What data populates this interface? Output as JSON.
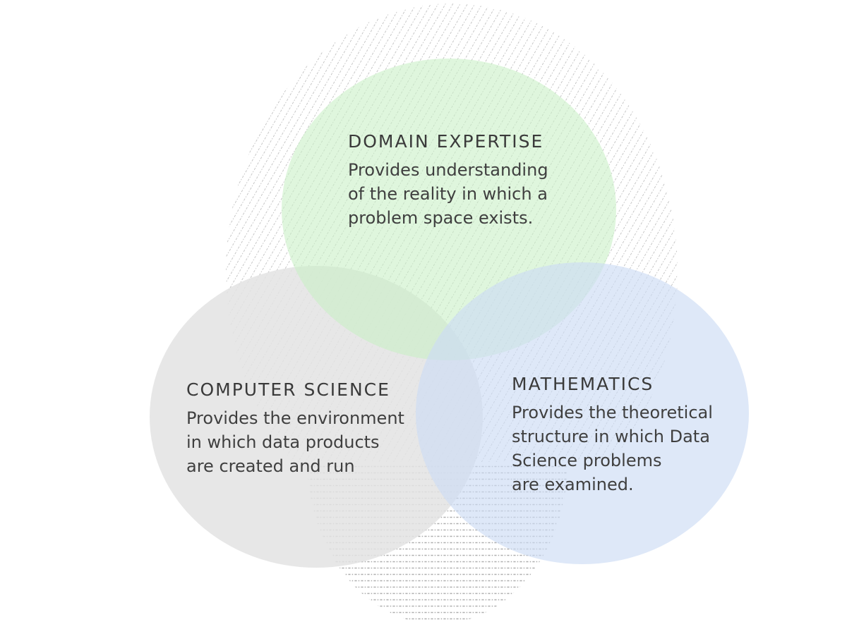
{
  "diagram": {
    "type": "venn",
    "sets": [
      {
        "id": "domain",
        "title": "DOMAIN EXPERTISE",
        "lines": [
          "Provides understanding",
          "of the reality in which a",
          "problem space exists."
        ],
        "color": "#c9f0c6"
      },
      {
        "id": "cs",
        "title": "COMPUTER SCIENCE",
        "lines": [
          "Provides the environment",
          "in which data products",
          "are created and run"
        ],
        "color": "#e3e3e3"
      },
      {
        "id": "math",
        "title": "MATHEMATICS",
        "lines": [
          "Provides the theoretical",
          "structure in which Data",
          "Science problems",
          "are examined."
        ],
        "color": "#cddcf4"
      }
    ],
    "background_pattern": {
      "style": "dotted-hatch",
      "color": "#a9a9a9"
    }
  }
}
